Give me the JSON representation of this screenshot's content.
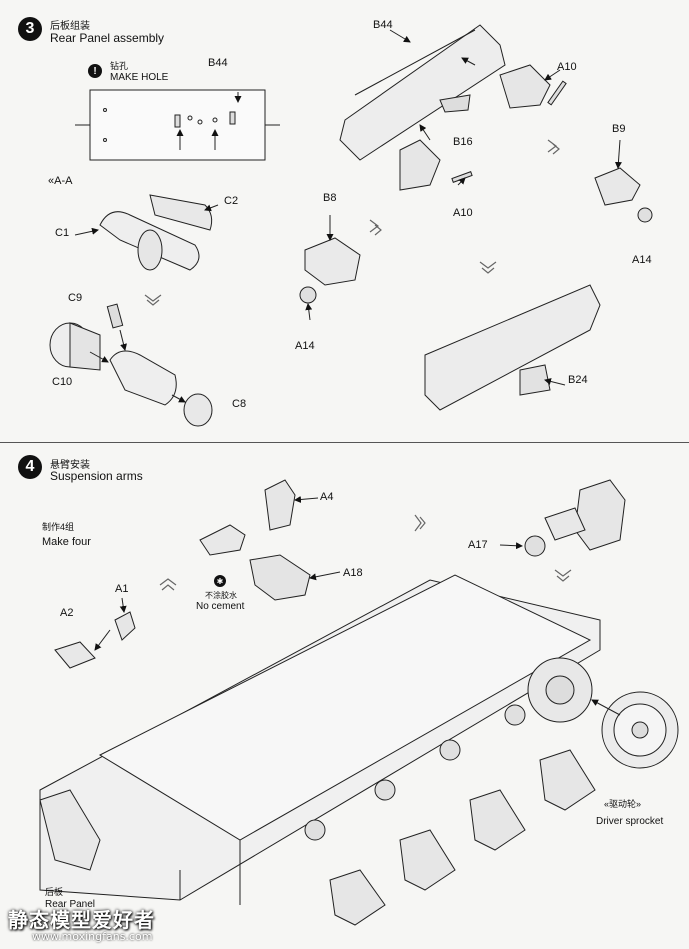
{
  "step3": {
    "number": "3",
    "title_cn": "后板组装",
    "title_en": "Rear Panel assembly",
    "make_hole": {
      "icon": "exclamation-icon",
      "cn": "钻孔",
      "en": "MAKE HOLE",
      "part": "B44"
    },
    "section_label": "A-A",
    "parts": {
      "c1": "C1",
      "c2": "C2",
      "c9": "C9",
      "c10": "C10",
      "c8": "C8",
      "b8": "B8",
      "a14_left": "A14",
      "b44_top": "B44",
      "a10_top": "A10",
      "b16": "B16",
      "a10_mid": "A10",
      "b9": "B9",
      "a14_right": "A14",
      "b24": "B24"
    }
  },
  "step4": {
    "number": "4",
    "title_cn": "悬臂安装",
    "title_en": "Suspension arms",
    "make_four_cn": "制作4组",
    "make_four_en": "Make four",
    "no_cement_cn": "不涂胶水",
    "no_cement_en": "No cement",
    "parts": {
      "a4": "A4",
      "a18": "A18",
      "a17": "A17",
      "a1": "A1",
      "a2": "A2"
    },
    "driver_sprocket_cn": "驱动轮",
    "driver_sprocket_en": "Driver sprocket",
    "rear_panel_cn": "后板",
    "rear_panel_en": "Rear Panel"
  },
  "watermark": {
    "cn": "静态模型爱好者",
    "url": "www.moxingfans.com"
  }
}
